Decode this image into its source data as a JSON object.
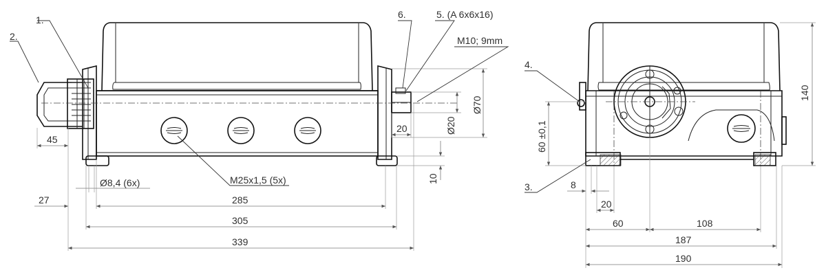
{
  "labels": {
    "callout_1": "1.",
    "callout_2": "2.",
    "callout_3": "3.",
    "callout_4": "4.",
    "callout_5": "5. (A 6x6x16)",
    "callout_6": "6.",
    "thread_m10": "M10; 9mm",
    "hole_note": "Ø8,4  (6x)",
    "gland_note": "M25x1,5 (5x)"
  },
  "dimensions": {
    "front": {
      "d45": "45",
      "d27": "27",
      "d285": "285",
      "d305": "305",
      "d339": "339",
      "d20": "20",
      "dia20": "Ø20",
      "dia70": "Ø70",
      "d10": "10"
    },
    "side": {
      "d140": "140",
      "d60tol": "60 ±0,1",
      "d8": "8",
      "d20": "20",
      "d60": "60",
      "d108": "108",
      "d187": "187",
      "d190": "190"
    }
  }
}
